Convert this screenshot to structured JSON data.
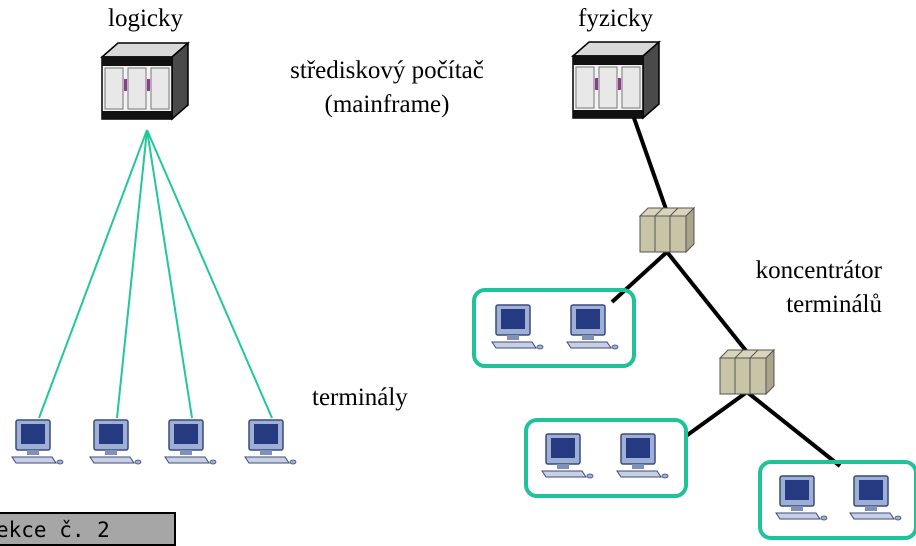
{
  "labels": {
    "logical": "logicky",
    "physical": "fyzicky",
    "mainframe_line1": "střediskový počítač",
    "mainframe_line2": "(mainframe)",
    "terminals": "terminály",
    "concentrator_line1": "koncentrátor",
    "concentrator_line2": "terminálů"
  },
  "footer": {
    "text": "ekce č. 2"
  },
  "colors": {
    "logical_links": "#22c79a",
    "terminal_group_border": "#1fc39a",
    "physical_links": "#000000",
    "footer_bg": "#a6a6a6"
  },
  "icons": {
    "mainframe": "mainframe-icon",
    "concentrator": "concentrator-icon",
    "terminal": "terminal-icon"
  }
}
